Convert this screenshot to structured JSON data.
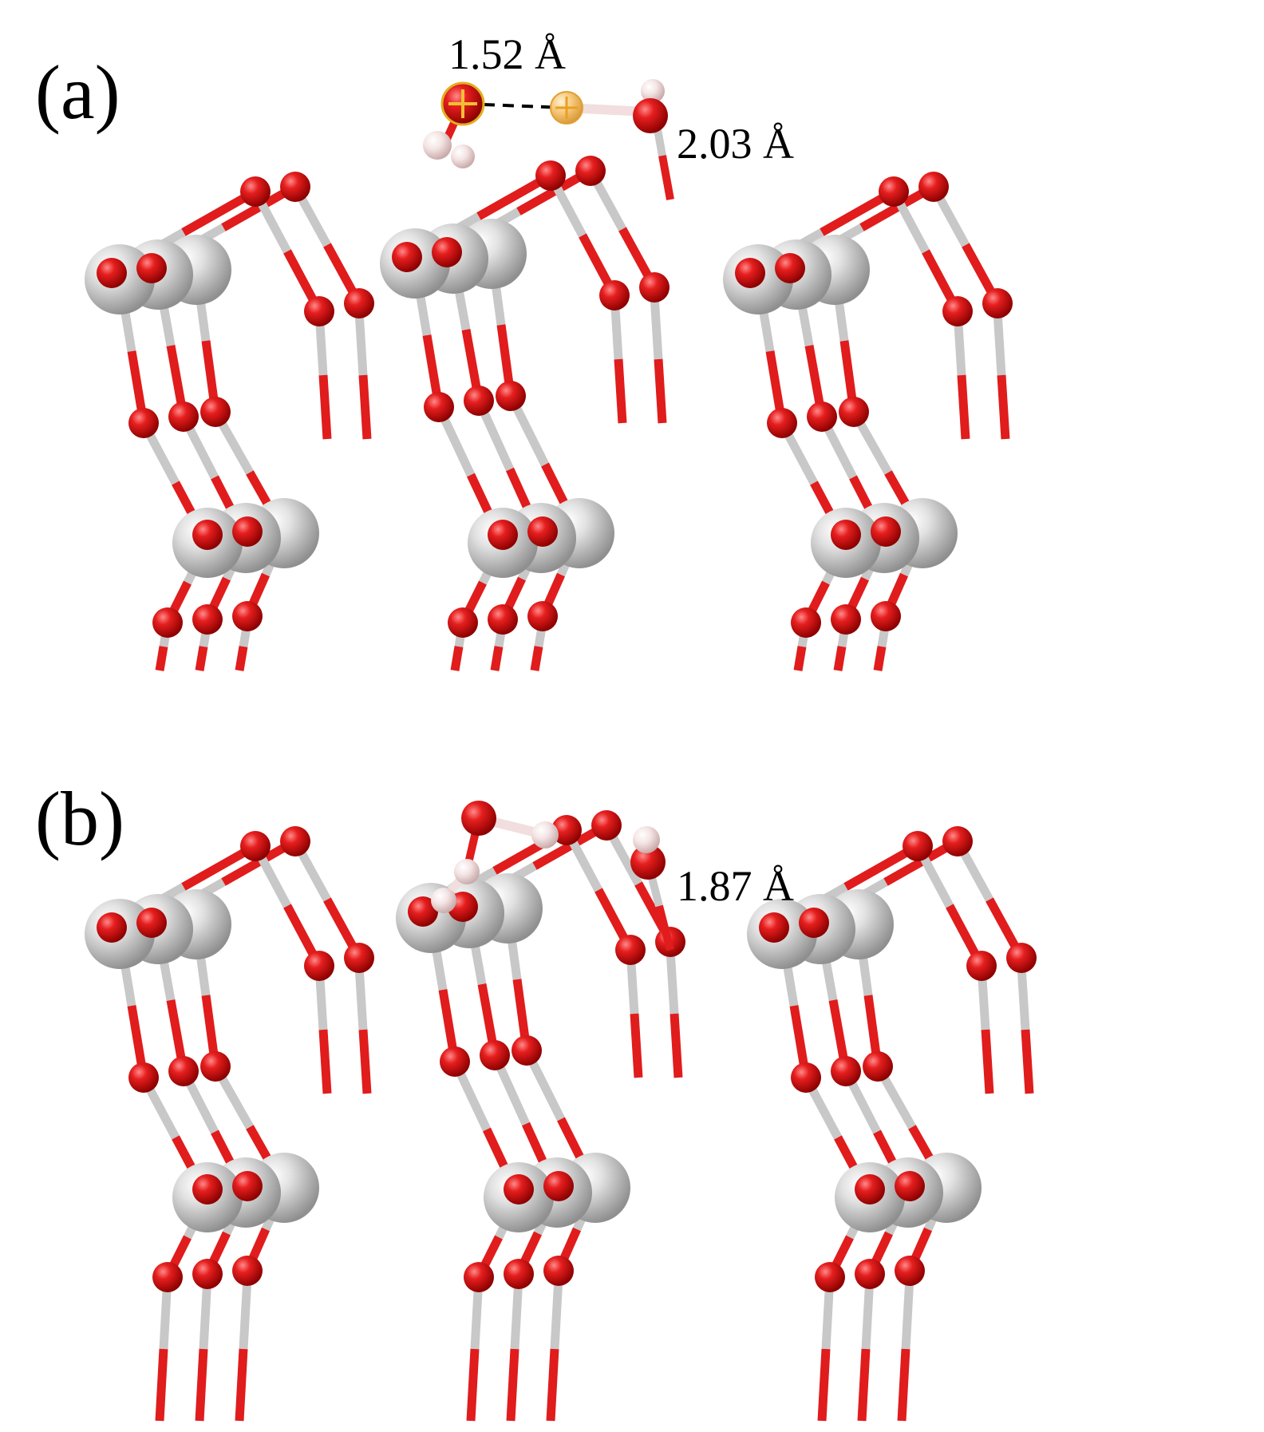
{
  "panels": [
    {
      "label": "(a)",
      "distances": [
        "1.52 Å",
        "2.03 Å"
      ]
    },
    {
      "label": "(b)",
      "distances": [
        "1.87 Å"
      ]
    }
  ],
  "colors": {
    "metal_atom": "#c9c9c9",
    "oxygen_atom": "#e01c1c",
    "hydrogen_atom": "#f2dede",
    "highlight_atom": "#f5c57a",
    "bond_grey": "#c8c8c8",
    "dashed_bond": "#000000"
  }
}
